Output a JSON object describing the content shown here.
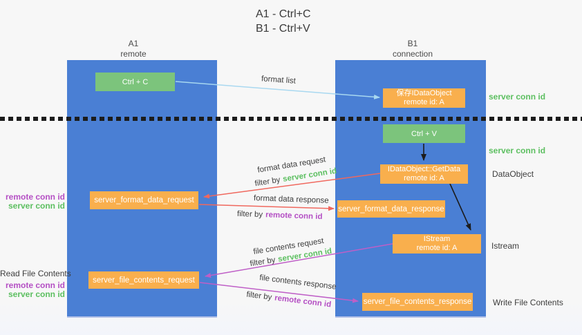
{
  "colors": {
    "bg": "#f7f7f8",
    "column-blue": "#4a7fd4",
    "box-green": "#7cc47c",
    "box-orange": "#f9af4d",
    "text-dark": "#3d3d3d",
    "text-green": "#5cbf60",
    "text-purple": "#b44fc4",
    "arrow-blue": "#a8d8f0",
    "arrow-red": "#f0685e",
    "arrow-purple": "#bf5fc7",
    "arrow-black": "#1c1c1c"
  },
  "title": {
    "line1": "A1 - Ctrl+C",
    "line2": "B1 - Ctrl+V"
  },
  "lanes": {
    "left": {
      "title": "A1",
      "subtitle": "remote"
    },
    "right": {
      "title": "B1",
      "subtitle": "connection"
    }
  },
  "nodes": {
    "ctrl_c": {
      "label": "Ctrl + C"
    },
    "ctrl_v": {
      "label": "Ctrl + V"
    },
    "save_obj": {
      "line1": "保存IDataObject",
      "line2": "remote id: A"
    },
    "getdata": {
      "line1": "IDataObject::GetData",
      "line2": "remote id: A"
    },
    "istream": {
      "line1": "IStream",
      "line2": "remote id: A"
    },
    "format_req": {
      "label": "server_format_data_request"
    },
    "format_res": {
      "label": "server_format_data_response"
    },
    "file_req": {
      "label": "server_file_contents_request"
    },
    "file_res": {
      "label": "server_file_contents_response"
    }
  },
  "edges": {
    "format_list": "format list",
    "format_data_request": "format data request",
    "format_data_response": "format data response",
    "file_contents_request": "file contents request",
    "file_contents_response": "file contents response",
    "filter_by": "filter by",
    "server_conn_id": "server conn id",
    "remote_conn_id": "remote conn id"
  },
  "side_labels": {
    "server_conn_id_top": "server conn id",
    "server_conn_id_mid": "server conn id",
    "dataobject": "DataObject",
    "istream": "Istream",
    "write_file_contents": "Write File Contents",
    "read_file_contents": "Read File Contents",
    "left_remote_conn_id_1": "remote conn id",
    "left_server_conn_id_1": "server conn id",
    "left_remote_conn_id_2": "remote conn id",
    "left_server_conn_id_2": "server conn id"
  }
}
